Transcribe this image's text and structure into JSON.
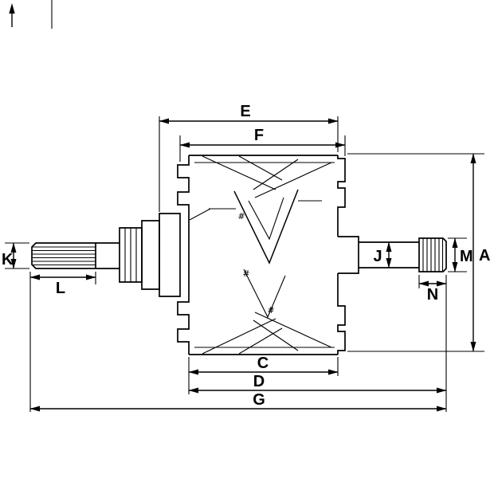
{
  "page": {
    "background_color": "#ffffff",
    "line_color": "#000000"
  },
  "dimension_labels": {
    "E": "E",
    "F": "F",
    "A": "A",
    "K": "K",
    "L": "L",
    "J": "J",
    "M": "M",
    "N": "N",
    "C": "C",
    "D": "D",
    "G": "G"
  },
  "marks": {
    "hash_upper": "#",
    "hash_middle": "#",
    "hash_lower": "#"
  }
}
